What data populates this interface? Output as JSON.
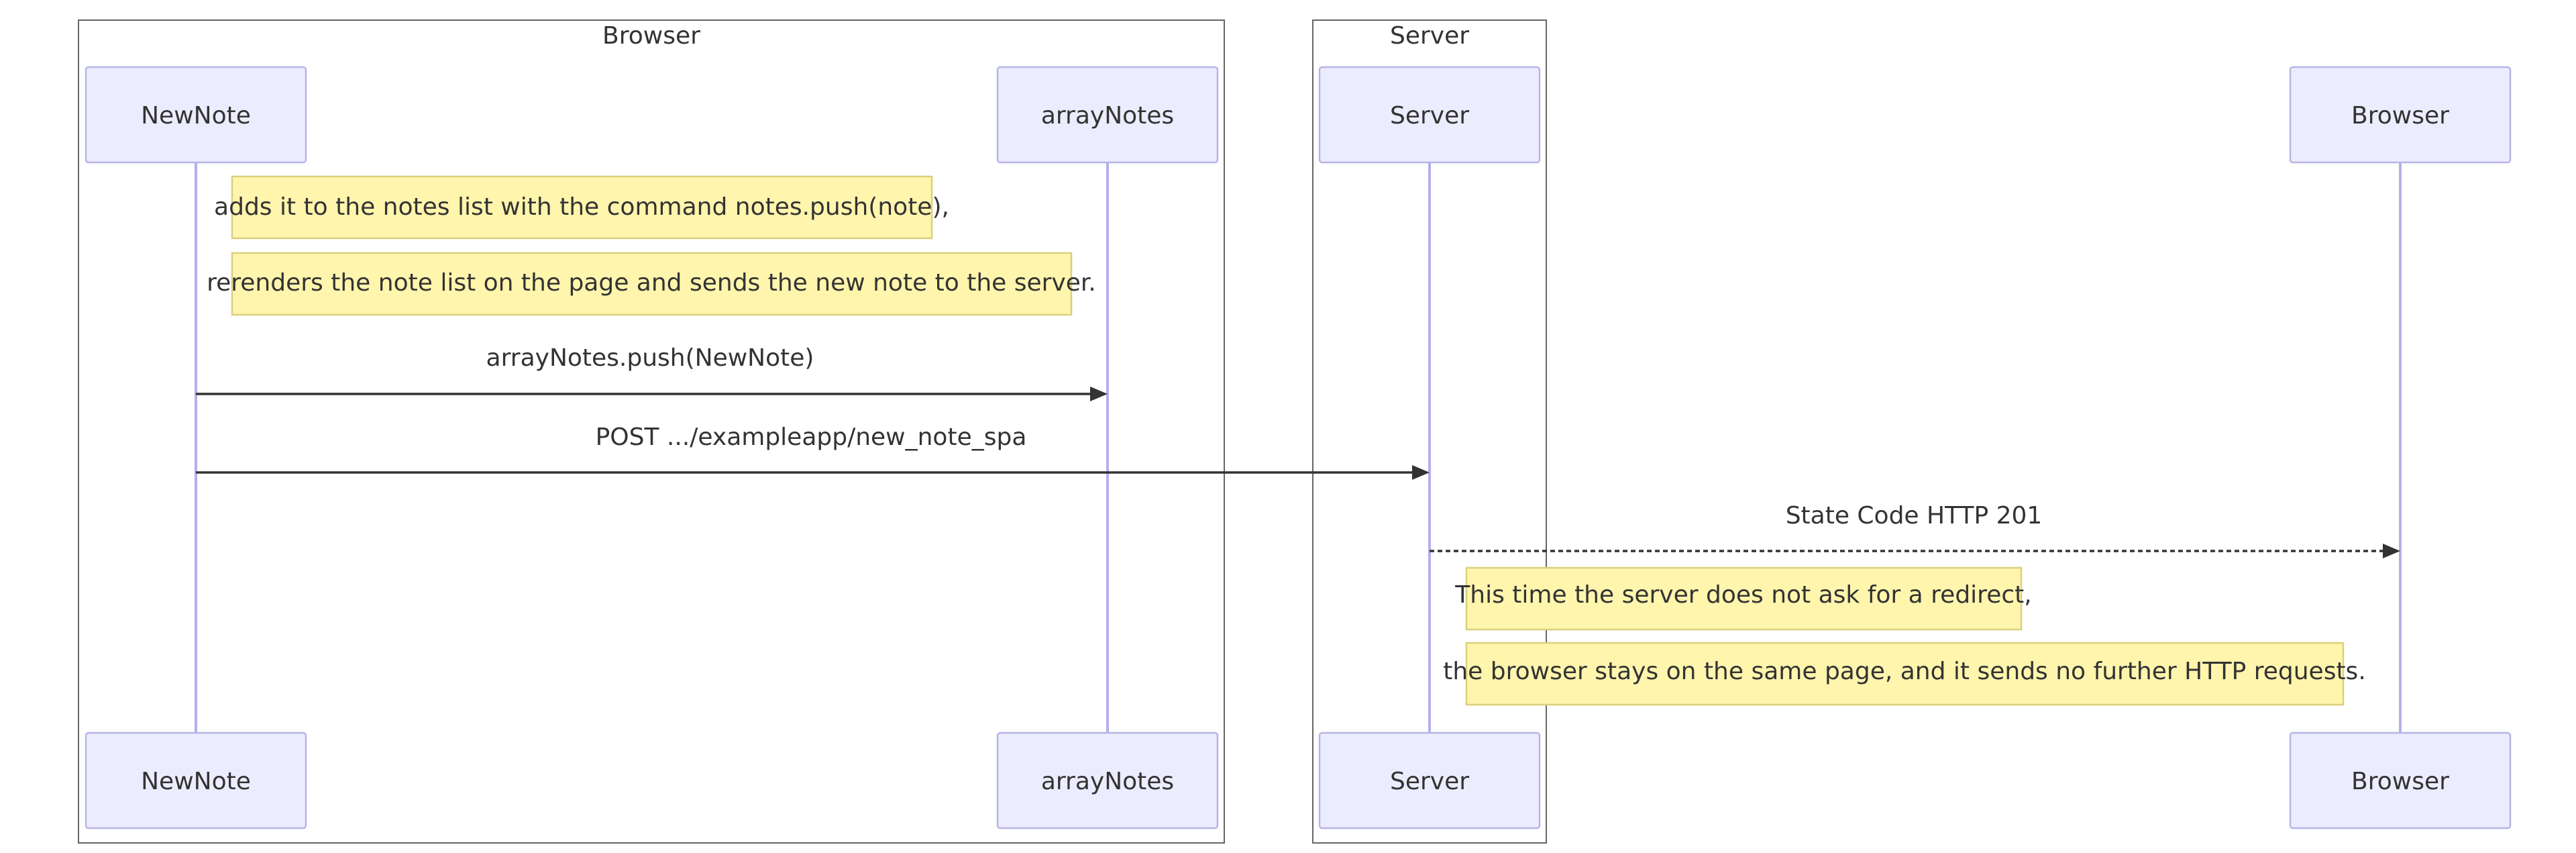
{
  "groups": {
    "browser": "Browser",
    "server": "Server"
  },
  "participants": [
    {
      "id": "newnote",
      "label": "NewNote"
    },
    {
      "id": "arraynotes",
      "label": "arrayNotes"
    },
    {
      "id": "server",
      "label": "Server"
    },
    {
      "id": "browser",
      "label": "Browser"
    }
  ],
  "notes": [
    {
      "text": "adds it to the notes list with the command notes.push(note),"
    },
    {
      "text": "rerenders the note list on the page and sends the new note to the server."
    },
    {
      "text": "This time the server does not ask for a redirect,"
    },
    {
      "text": "the browser stays on the same page, and it sends no further HTTP requests."
    }
  ],
  "messages": [
    {
      "label": "arrayNotes.push(NewNote)",
      "from": "NewNote",
      "to": "arrayNotes",
      "style": "solid"
    },
    {
      "label": "POST .../exampleapp/new_note_spa",
      "from": "NewNote",
      "to": "Server",
      "style": "solid"
    },
    {
      "label": "State Code HTTP 201",
      "from": "Server",
      "to": "Browser",
      "style": "dotted"
    }
  ],
  "colors": {
    "actor_fill": "#ececff",
    "actor_border": "#b7b4e6",
    "lifeline": "#b3b0ef",
    "note_fill": "#fff5ad",
    "note_border": "#dccf7a",
    "text": "#333333"
  }
}
